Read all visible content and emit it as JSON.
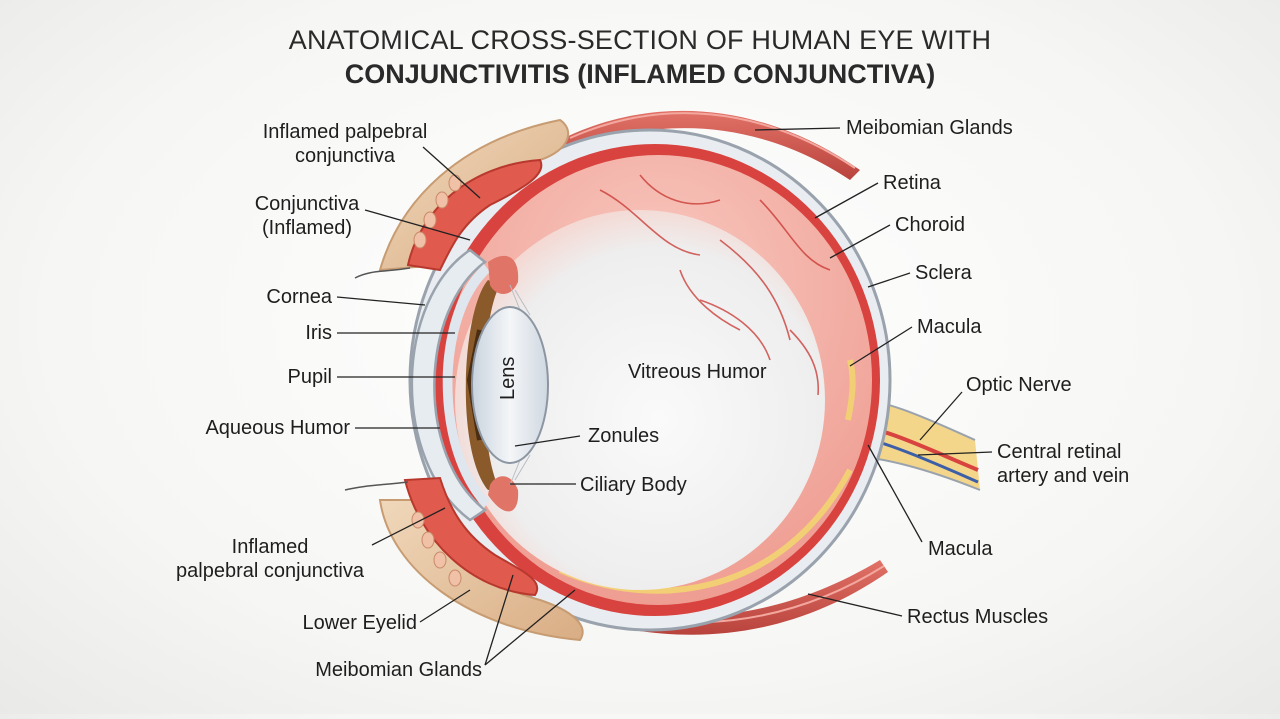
{
  "title": {
    "line1": "ANATOMICAL CROSS-SECTION OF HUMAN EYE WITH",
    "line2": "CONJUNCTIVITIS (INFLAMED CONJUNCTIVA)"
  },
  "labels": {
    "inflamed_palpebral_top": "Inflamed palpebral\nconjunctiva",
    "conjunctiva_inflamed": "Conjunctiva\n(Inflamed)",
    "cornea": "Cornea",
    "iris": "Iris",
    "pupil": "Pupil",
    "aqueous_humor": "Aqueous Humor",
    "inflamed_palpebral_bottom": "Inflamed\npalpebral conjunctiva",
    "lower_eyelid": "Lower Eyelid",
    "meibomian_glands_bottom": "Meibomian Glands",
    "meibomian_glands_top": "Meibomian Glands",
    "retina": "Retina",
    "choroid": "Choroid",
    "sclera": "Sclera",
    "macula_top": "Macula",
    "optic_nerve": "Optic Nerve",
    "central_retinal": "Central retinal\nartery and vein",
    "macula_bottom": "Macula",
    "rectus_muscles": "Rectus Muscles",
    "lens": "Lens",
    "vitreous_humor": "Vitreous Humor",
    "zonules": "Zonules",
    "ciliary_body": "Ciliary Body"
  },
  "colors": {
    "sclera_outline": "#9aa3ad",
    "choroid_red": "#d8433f",
    "retina_pink": "#f4b7ad",
    "vitreous": "#f3f3f3",
    "iris_brown": "#8a5a2b",
    "muscle_red": "#c8463d",
    "optic_yellow": "#f2cf74",
    "vein_blue": "#3c5fa8",
    "eyelid_skin": "#e8c9a4",
    "leader_line": "#222222"
  }
}
